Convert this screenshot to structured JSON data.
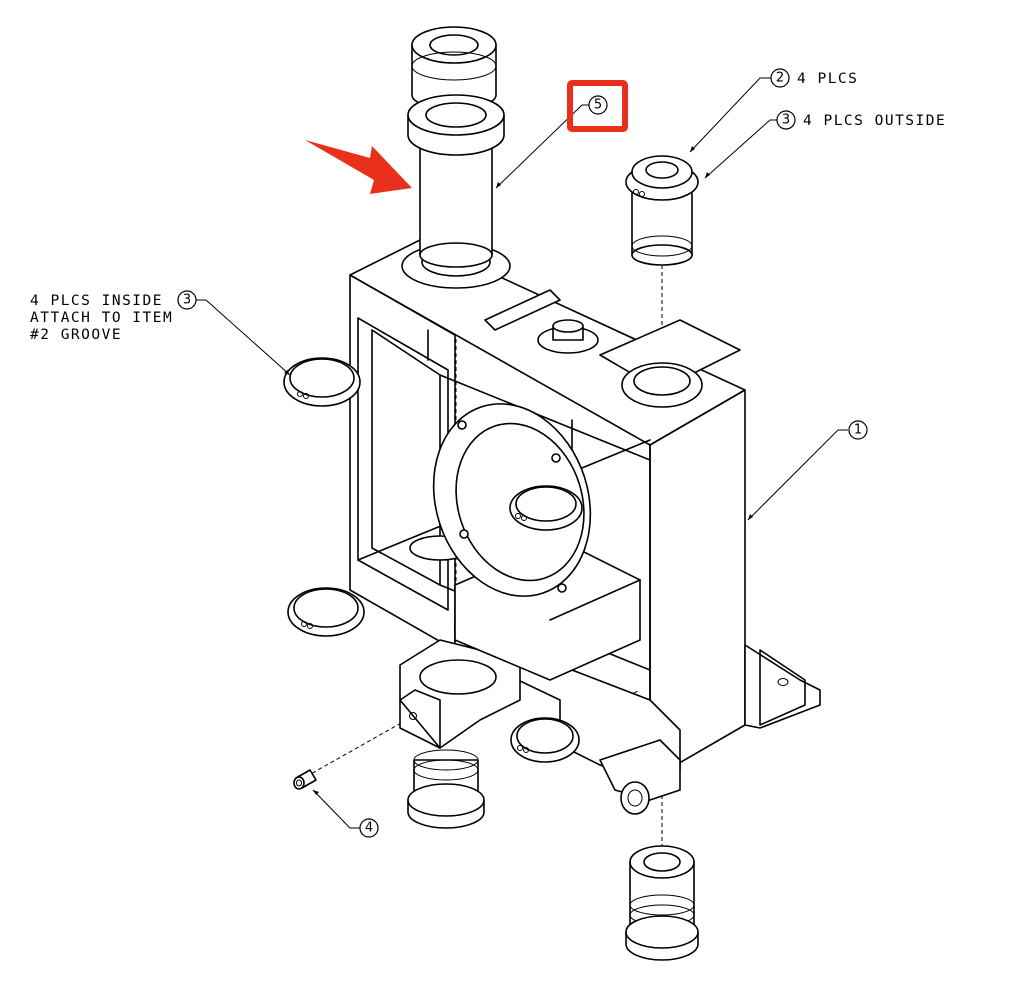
{
  "callouts": {
    "c1": {
      "number": "1"
    },
    "c2": {
      "number": "2",
      "note": "4 PLCS"
    },
    "c3_outside": {
      "number": "3",
      "note": "4 PLCS OUTSIDE"
    },
    "c3_inside": {
      "number": "3",
      "note_lines": [
        "4 PLCS INSIDE",
        "ATTACH TO ITEM",
        "#2 GROOVE"
      ]
    },
    "c4": {
      "number": "4"
    },
    "c5": {
      "number": "5"
    }
  },
  "colors": {
    "highlight": "#e8301c",
    "line": "#000000",
    "background": "#ffffff"
  }
}
